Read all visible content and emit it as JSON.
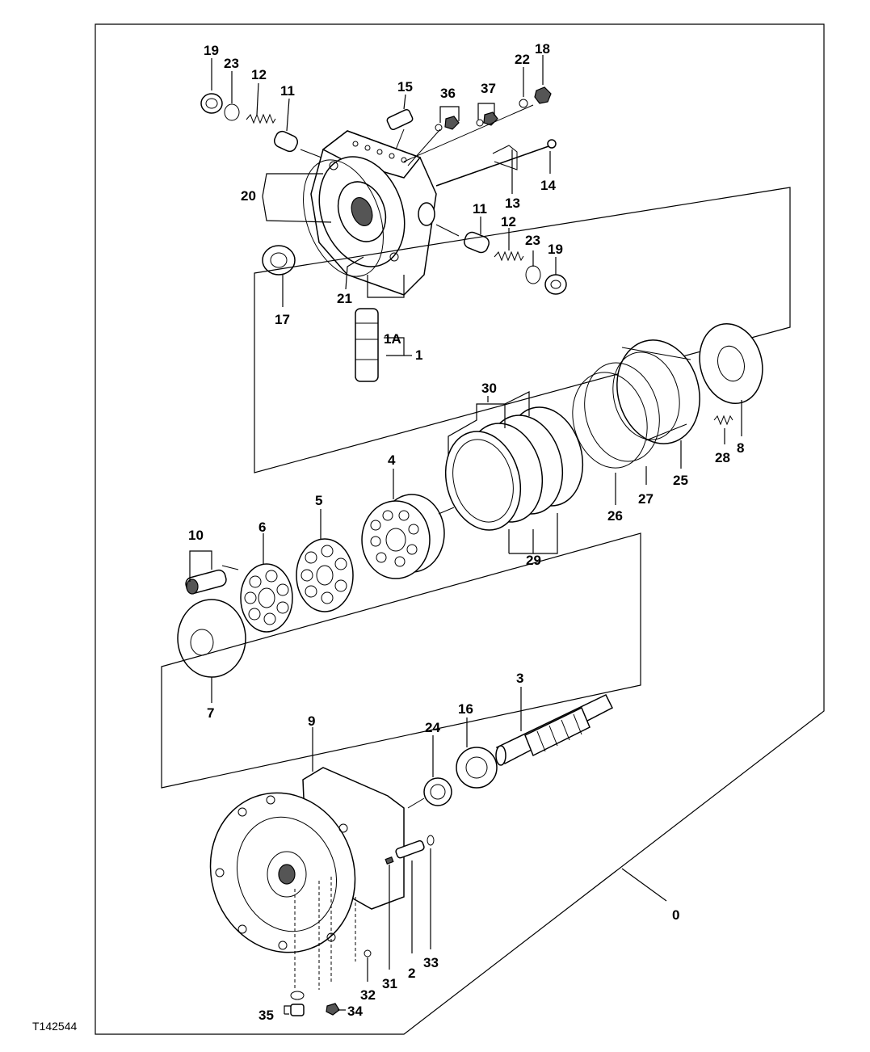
{
  "figure_id": "T142544",
  "callouts": {
    "c0": "0",
    "c1": "1",
    "c1A": "1A",
    "c2": "2",
    "c3": "3",
    "c4": "4",
    "c5": "5",
    "c6": "6",
    "c7": "7",
    "c8": "8",
    "c9": "9",
    "c10": "10",
    "c11a": "11",
    "c11b": "11",
    "c12a": "12",
    "c12b": "12",
    "c13": "13",
    "c14": "14",
    "c15": "15",
    "c16": "16",
    "c17": "17",
    "c18": "18",
    "c19a": "19",
    "c19b": "19",
    "c20": "20",
    "c21": "21",
    "c22": "22",
    "c23a": "23",
    "c23b": "23",
    "c24": "24",
    "c25": "25",
    "c26": "26",
    "c27": "27",
    "c28": "28",
    "c29": "29",
    "c30": "30",
    "c31": "31",
    "c32": "32",
    "c33": "33",
    "c34": "34",
    "c35": "35",
    "c36": "36",
    "c37": "37"
  }
}
